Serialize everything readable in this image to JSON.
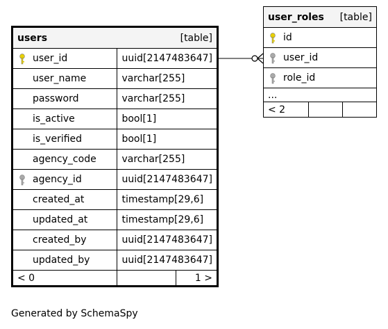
{
  "tables": {
    "users": {
      "name": "users",
      "type_label": "[table]",
      "columns": [
        {
          "name": "user_id",
          "type": "uuid[2147483647]",
          "key": "primary"
        },
        {
          "name": "user_name",
          "type": "varchar[255]",
          "key": ""
        },
        {
          "name": "password",
          "type": "varchar[255]",
          "key": ""
        },
        {
          "name": "is_active",
          "type": "bool[1]",
          "key": ""
        },
        {
          "name": "is_verified",
          "type": "bool[1]",
          "key": ""
        },
        {
          "name": "agency_code",
          "type": "varchar[255]",
          "key": ""
        },
        {
          "name": "agency_id",
          "type": "uuid[2147483647]",
          "key": "foreign"
        },
        {
          "name": "created_at",
          "type": "timestamp[29,6]",
          "key": ""
        },
        {
          "name": "updated_at",
          "type": "timestamp[29,6]",
          "key": ""
        },
        {
          "name": "created_by",
          "type": "uuid[2147483647]",
          "key": ""
        },
        {
          "name": "updated_by",
          "type": "uuid[2147483647]",
          "key": ""
        }
      ],
      "footer": {
        "left": "< 0",
        "middle": "",
        "right": "1 >"
      }
    },
    "user_roles": {
      "name": "user_roles",
      "type_label": "[table]",
      "columns": [
        {
          "name": "id",
          "key": "primary"
        },
        {
          "name": "user_id",
          "key": "foreign"
        },
        {
          "name": "role_id",
          "key": "foreign"
        }
      ],
      "ellipsis": "...",
      "footer": {
        "left": "< 2",
        "middle": "",
        "right": ""
      }
    }
  },
  "relationship": {
    "from": "users.user_id",
    "to": "user_roles.user_id"
  },
  "colors": {
    "primary_key": "#e8d000",
    "foreign_key": "#aaaaaa",
    "header_bg": "#f4f4f4"
  },
  "caption": "Generated by SchemaSpy"
}
